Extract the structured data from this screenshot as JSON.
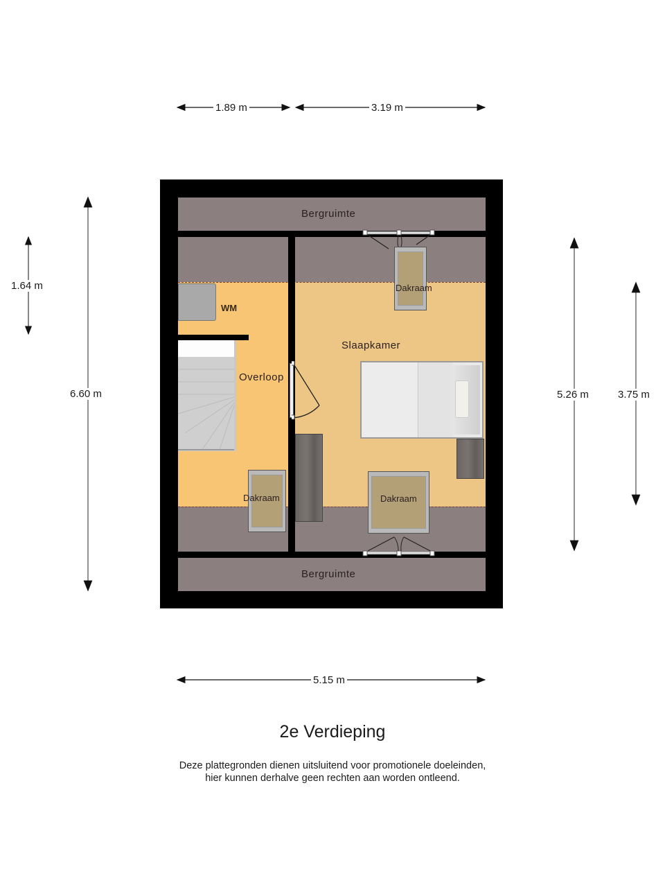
{
  "floor_title": "2e Verdieping",
  "disclaimer": {
    "line1": "Deze plattegronden dienen uitsluitend voor promotionele doeleinden,",
    "line2": "hier kunnen derhalve geen rechten aan worden ontleend."
  },
  "dimensions": {
    "top_left": "1.89 m",
    "top_right": "3.19 m",
    "bottom": "5.15 m",
    "left_small": "1.64 m",
    "left_total": "6.60 m",
    "right_inner": "5.26 m",
    "right_outer": "3.75 m"
  },
  "rooms": {
    "storage_top": "Bergruimte",
    "storage_bottom": "Bergruimte",
    "landing": "Overloop",
    "bedroom": "Slaapkamer",
    "washing_machine": "WM",
    "skylight_top": "Dakraam",
    "skylight_landing": "Dakraam",
    "skylight_bedroom": "Dakraam"
  },
  "colors": {
    "wall": "#000000",
    "storage": "#8c7f80",
    "landing_floor": "#f8c574",
    "bedroom_floor": "#edc686"
  }
}
